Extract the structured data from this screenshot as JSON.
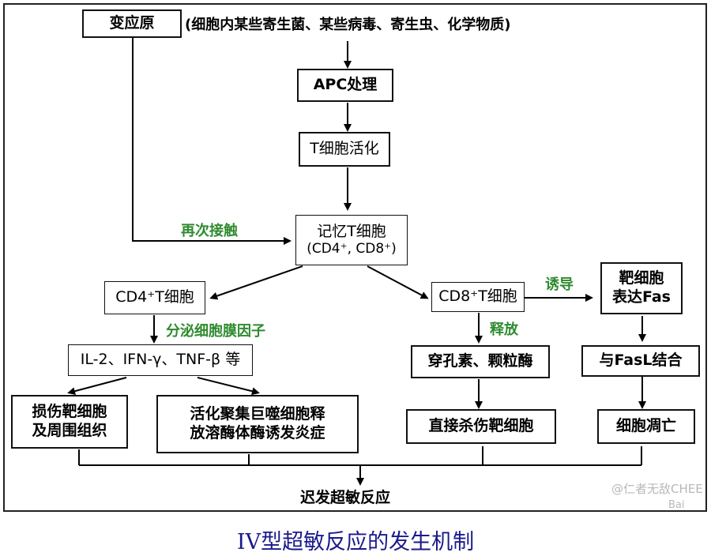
{
  "nodes": {
    "antigen": "变应原",
    "antigen_desc": "(细胞内某些寄生菌、某些病毒、寄生虫、化学物质)",
    "apc": "APC处理",
    "t_activate": "T细胞活化",
    "memory_t_line1": "记忆T细胞",
    "memory_t_line2": "(CD4⁺, CD8⁺)",
    "cd4_t": "CD4⁺T细胞",
    "cd8_t": "CD8⁺T细胞",
    "cytokines": "IL-2、IFN-γ、TNF-β 等",
    "perforin": "穿孔素、颗粒酶",
    "target_fas_line1": "靶细胞",
    "target_fas_line2": "表达Fas",
    "fasl": "与FasL结合",
    "damage_line1": "损伤靶细胞",
    "damage_line2": "及周围组织",
    "macro_line1": "活化聚集巨噬细胞释",
    "macro_line2": "放溶酶体酶诱发炎症",
    "kill": "直接杀伤靶细胞",
    "apoptosis": "细胞凋亡",
    "result": "迟发超敏反应"
  },
  "edge_labels": {
    "recontact": "再次接触",
    "secrete": "分泌细胞膜因子",
    "release": "释放",
    "induce": "诱导"
  },
  "caption": "IV型超敏反应的发生机制",
  "watermark": {
    "line1": "@仁者无敌CHEE",
    "line2": "Bai"
  },
  "colors": {
    "edge_label": "#2e8b2e",
    "caption": "#1a1a8c"
  }
}
